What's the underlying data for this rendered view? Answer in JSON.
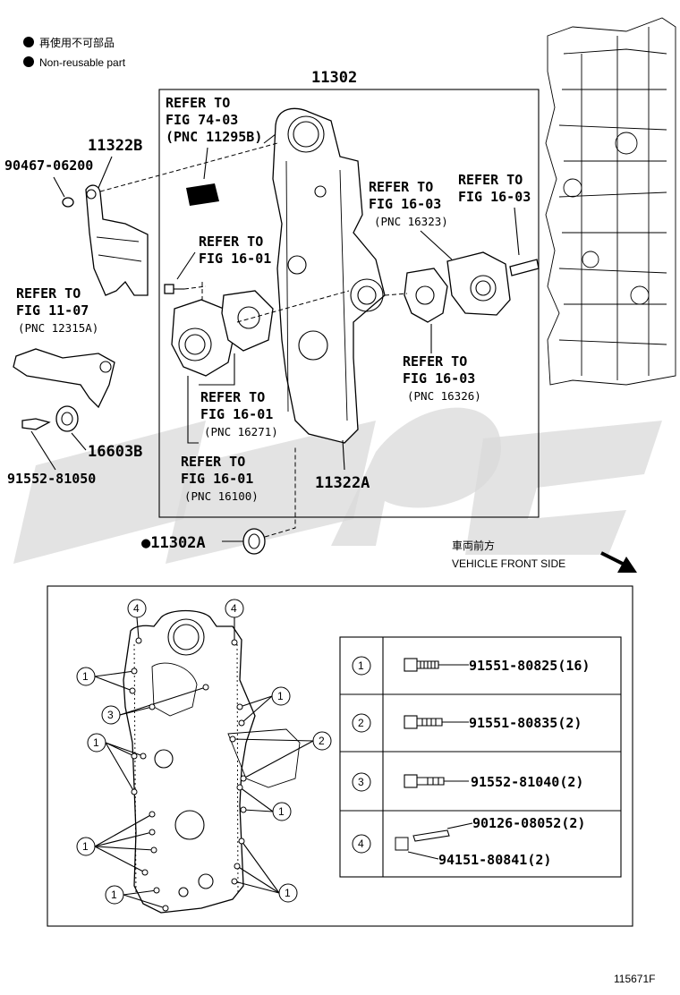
{
  "legend": {
    "jp": "再使用不可部品",
    "en": "Non-reusable part"
  },
  "callouts": {
    "main_assy": "11302",
    "bracket": "11322B",
    "bolt_top": "90467-06200",
    "idler": "16603B",
    "idler_bolt": "91552-81050",
    "gasket_a": "11322A",
    "seal": "●11302A"
  },
  "refs": {
    "r1": {
      "l1": "REFER TO",
      "l2": "FIG 74-03",
      "l3": "(PNC 11295B)"
    },
    "r2": {
      "l1": "REFER TO",
      "l2": "FIG 16-01"
    },
    "r3": {
      "l1": "REFER TO",
      "l2": "FIG 16-03",
      "l3": "(PNC 16323)"
    },
    "r4": {
      "l1": "REFER TO",
      "l2": "FIG 16-03"
    },
    "r5": {
      "l1": "REFER TO",
      "l2": "FIG 11-07",
      "l3": "(PNC 12315A)"
    },
    "r6": {
      "l1": "REFER TO",
      "l2": "FIG 16-01",
      "l3": "(PNC 16271)"
    },
    "r7": {
      "l1": "REFER TO",
      "l2": "FIG 16-01",
      "l3": "(PNC 16100)"
    },
    "r8": {
      "l1": "REFER TO",
      "l2": "FIG 16-03",
      "l3": "(PNC 16326)"
    }
  },
  "direction": {
    "jp": "車両前方",
    "en": "VEHICLE FRONT SIDE"
  },
  "bolt_table": [
    {
      "key": "1",
      "part": "91551-80825(16)"
    },
    {
      "key": "2",
      "part": "91551-80835(2)"
    },
    {
      "key": "3",
      "part": "91552-81040(2)"
    },
    {
      "key": "4",
      "part": "90126-08052(2)",
      "part2": "94151-80841(2)"
    }
  ],
  "markers": {
    "m1": "1",
    "m2": "2",
    "m3": "3",
    "m4": "4"
  },
  "figure_id": "115671F"
}
